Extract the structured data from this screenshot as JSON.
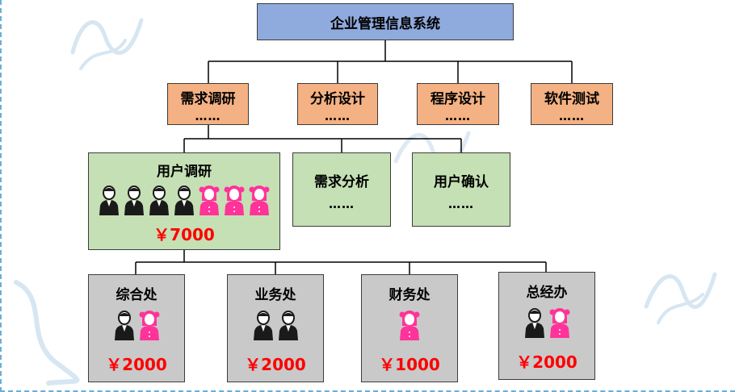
{
  "root": {
    "label": "企业管理信息系统"
  },
  "phases": [
    {
      "label": "需求调研",
      "dots": "……"
    },
    {
      "label": "分析设计",
      "dots": "……"
    },
    {
      "label": "程序设计",
      "dots": "……"
    },
    {
      "label": "软件测试",
      "dots": "……"
    }
  ],
  "research": {
    "user_research": {
      "label": "用户调研",
      "cost": "￥7000",
      "male_count": 4,
      "female_count": 3
    },
    "analysis": {
      "label": "需求分析",
      "dots": "……"
    },
    "confirm": {
      "label": "用户确认",
      "dots": "……"
    }
  },
  "departments": [
    {
      "label": "综合处",
      "cost": "￥2000",
      "people": [
        "male",
        "female"
      ]
    },
    {
      "label": "业务处",
      "cost": "￥2000",
      "people": [
        "male",
        "male"
      ]
    },
    {
      "label": "财务处",
      "cost": "￥1000",
      "people": [
        "female"
      ]
    },
    {
      "label": "总经办",
      "cost": "￥2000",
      "people": [
        "male",
        "female"
      ]
    }
  ],
  "colors": {
    "root": "#8faadc",
    "phase": "#f4b183",
    "research": "#c5e0b4",
    "department": "#c9c9c9",
    "money": "#ff0000",
    "male": "#1a1a1a",
    "female": "#ff3399"
  }
}
